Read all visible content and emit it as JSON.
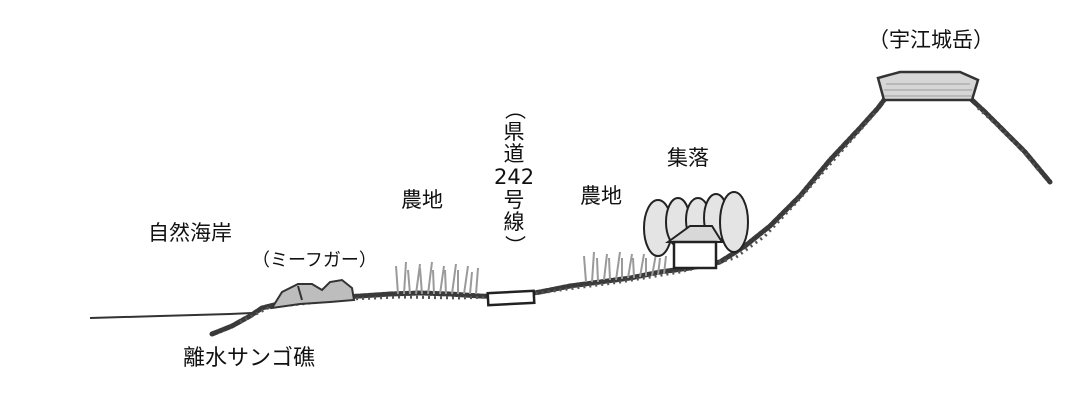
{
  "labels": {
    "natural_coast": "自然海岸",
    "miifugaa": "（ミーフガー）",
    "reef": "離水サンゴ礁",
    "farmland_left": "農地",
    "farmland_right": "農地",
    "road_chars": [
      "（",
      "県",
      "道",
      "242",
      "号",
      "線",
      "）"
    ],
    "village": "集落",
    "mountain": "（宇江城岳）"
  },
  "colors": {
    "ground": "#3a3a3a",
    "rock_fill": "#bdbdbd",
    "grass": "#9a9a9a",
    "tree_fill": "#e4e4e4",
    "summit_fill": "#d6d6d6"
  }
}
